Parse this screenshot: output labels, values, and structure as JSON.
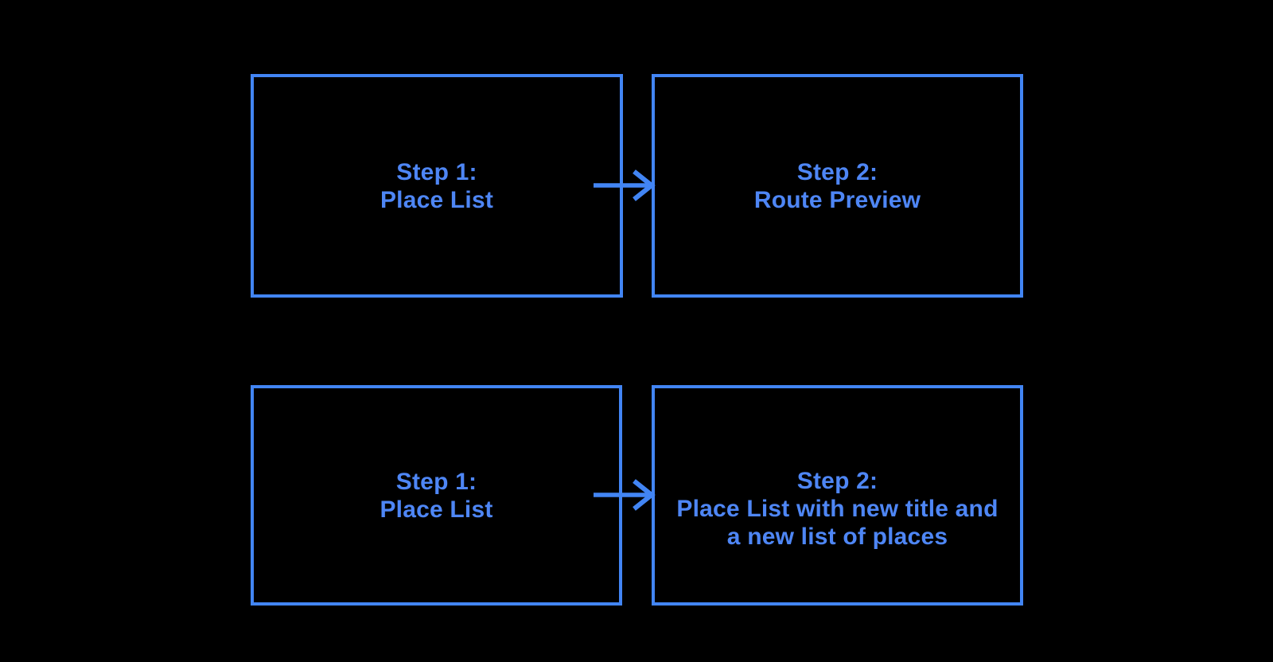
{
  "canvas": {
    "background": "#000000"
  },
  "theme": {
    "accent": "#4285F4",
    "text_color": "#4E86F5"
  },
  "flows": [
    {
      "name": "place-list-to-route-preview",
      "from": {
        "lines": [
          "Step 1:",
          "Place List"
        ]
      },
      "to": {
        "lines": [
          "Step 2:",
          "Route Preview"
        ]
      },
      "connector": "right-arrow"
    },
    {
      "name": "place-list-to-new-place-list",
      "from": {
        "lines": [
          "Step 1:",
          "Place List"
        ]
      },
      "to": {
        "lines": [
          "Step 2:",
          "Place List with new title and",
          "a new list of places"
        ]
      },
      "connector": "right-arrow"
    }
  ]
}
